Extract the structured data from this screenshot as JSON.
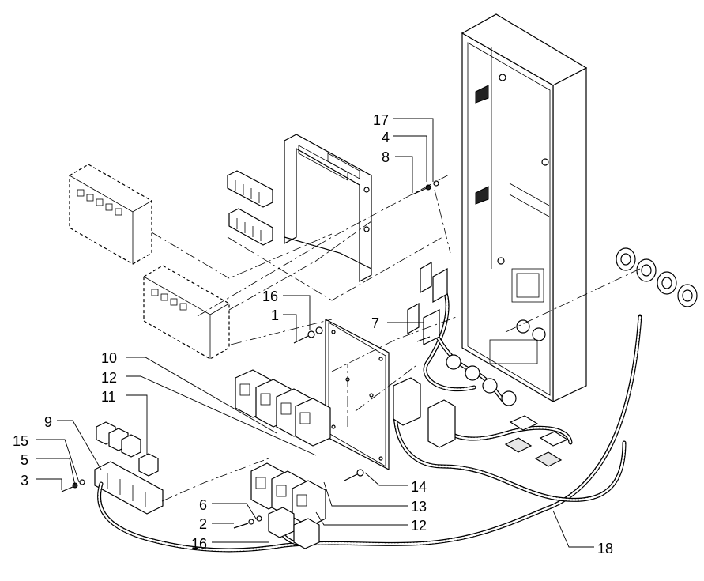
{
  "callouts": [
    {
      "id": "17",
      "text": "17"
    },
    {
      "id": "4",
      "text": "4"
    },
    {
      "id": "8",
      "text": "8"
    },
    {
      "id": "16a",
      "text": "16"
    },
    {
      "id": "1",
      "text": "1"
    },
    {
      "id": "7",
      "text": "7"
    },
    {
      "id": "10",
      "text": "10"
    },
    {
      "id": "12a",
      "text": "12"
    },
    {
      "id": "11",
      "text": "11"
    },
    {
      "id": "9",
      "text": "9"
    },
    {
      "id": "15",
      "text": "15"
    },
    {
      "id": "5",
      "text": "5"
    },
    {
      "id": "3",
      "text": "3"
    },
    {
      "id": "6",
      "text": "6"
    },
    {
      "id": "2",
      "text": "2"
    },
    {
      "id": "16b",
      "text": "16"
    },
    {
      "id": "14",
      "text": "14"
    },
    {
      "id": "13",
      "text": "13"
    },
    {
      "id": "12b",
      "text": "12"
    },
    {
      "id": "18",
      "text": "18"
    }
  ]
}
